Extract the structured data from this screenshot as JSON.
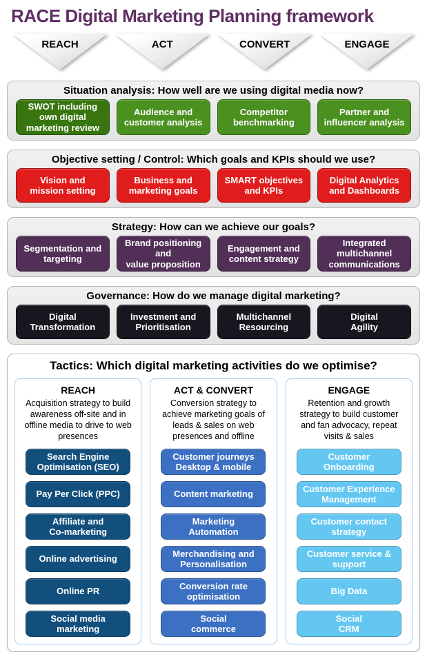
{
  "page": {
    "title": "RACE Digital Marketing Planning framework"
  },
  "palette": {
    "title_color": "#5e2f63",
    "band_bg": "#ececec",
    "band_border": "#b6b6b6",
    "arrow_fill": "#e8e8e8",
    "green_dark": "#38750f",
    "green": "#4b9120",
    "red": "#e11c1c",
    "purple": "#512f57",
    "black": "#17171f",
    "dark_blue": "#124f7d",
    "medium_blue": "#3b70c3",
    "light_blue": "#63c7f2",
    "column_border": "#a9cdea"
  },
  "arrows": [
    "REACH",
    "ACT",
    "CONVERT",
    "ENGAGE"
  ],
  "bands": [
    {
      "title": "Situation analysis: How well are we using digital media now?",
      "boxes": [
        {
          "label": "SWOT including\nown digital\nmarketing review",
          "color": "#38750f"
        },
        {
          "label": "Audience and\ncustomer analysis",
          "color": "#4b9120"
        },
        {
          "label": "Competitor\nbenchmarking",
          "color": "#4b9120"
        },
        {
          "label": "Partner and\ninfluencer analysis",
          "color": "#4b9120"
        }
      ]
    },
    {
      "title": "Objective setting / Control: Which goals and KPIs should we use?",
      "boxes": [
        {
          "label": "Vision and\nmission setting",
          "color": "#e11c1c"
        },
        {
          "label": "Business and\nmarketing goals",
          "color": "#e11c1c"
        },
        {
          "label": "SMART objectives\nand KPIs",
          "color": "#e11c1c"
        },
        {
          "label": "Digital Analytics\nand Dashboards",
          "color": "#e11c1c"
        }
      ]
    },
    {
      "title": "Strategy: How can we achieve our goals?",
      "boxes": [
        {
          "label": "Segmentation and\ntargeting",
          "color": "#512f57"
        },
        {
          "label": "Brand positioning and\nvalue proposition",
          "color": "#512f57"
        },
        {
          "label": "Engagement and\ncontent strategy",
          "color": "#512f57"
        },
        {
          "label": "Integrated\nmultichannel\ncommunications",
          "color": "#512f57"
        }
      ]
    },
    {
      "title": "Governance: How do we manage digital marketing?",
      "boxes": [
        {
          "label": "Digital\nTransformation",
          "color": "#17171f"
        },
        {
          "label": "Investment and\nPrioritisation",
          "color": "#17171f"
        },
        {
          "label": "Multichannel\nResourcing",
          "color": "#17171f"
        },
        {
          "label": "Digital\nAgility",
          "color": "#17171f"
        }
      ]
    }
  ],
  "tactics": {
    "title": "Tactics: Which digital marketing activities do we optimise?",
    "columns": [
      {
        "header": "REACH",
        "description": "Acquisition strategy to build awareness off-site and in offline media to drive to web presences",
        "box_color": "#124f7d",
        "items": [
          "Search Engine\nOptimisation (SEO)",
          "Pay Per Click (PPC)",
          "Affiliate and\nCo-marketing",
          "Online advertising",
          "Online PR",
          "Social media\nmarketing"
        ]
      },
      {
        "header": "ACT & CONVERT",
        "description": "Conversion strategy to achieve marketing goals of leads & sales on web presences and offline",
        "box_color": "#3b70c3",
        "items": [
          "Customer journeys\nDesktop & mobile",
          "Content marketing",
          "Marketing\nAutomation",
          "Merchandising and\nPersonalisation",
          "Conversion rate\noptimisation",
          "Social\ncommerce"
        ]
      },
      {
        "header": "ENGAGE",
        "description": "Retention and growth strategy to build customer and fan advocacy, repeat visits & sales",
        "box_color": "#63c7f2",
        "items": [
          "Customer\nOnboarding",
          "Customer Experience\nManagement",
          "Customer contact\nstrategy",
          "Customer service &\nsupport",
          "Big Data",
          "Social\nCRM"
        ]
      }
    ]
  }
}
